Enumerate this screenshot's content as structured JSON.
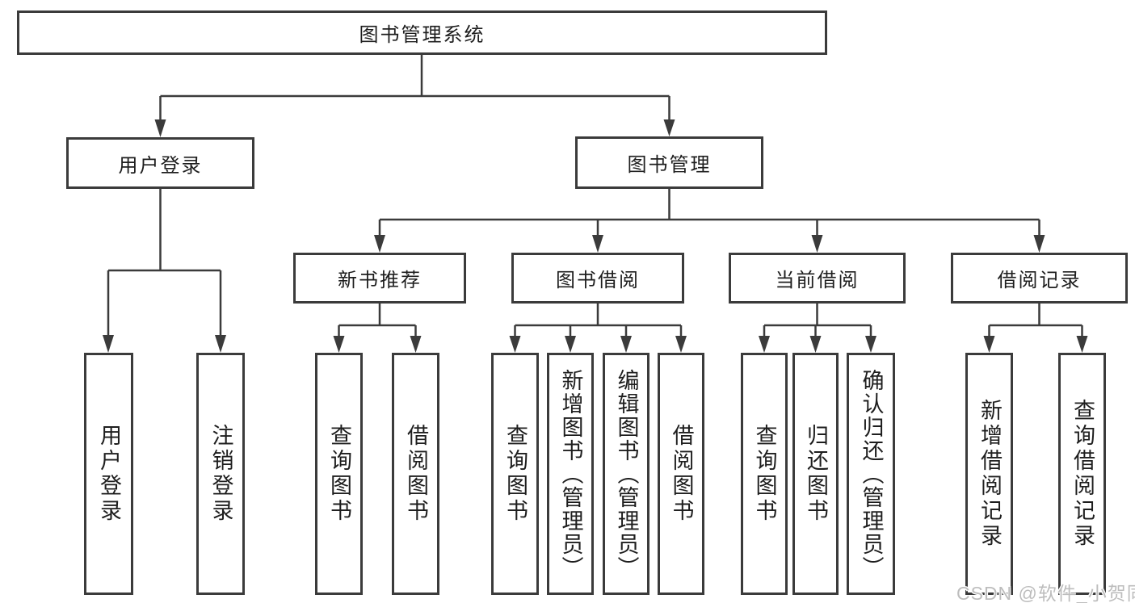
{
  "colors": {
    "line": "#3b3b3b",
    "text": "#1e1e1e",
    "watermark_gray": "#bdbdbd",
    "background": "#ffffff"
  },
  "tree": {
    "root": {
      "label": "图书管理系统"
    },
    "level2": [
      {
        "label": "用户登录"
      },
      {
        "label": "图书管理"
      }
    ],
    "level3": [
      {
        "label": "新书推荐"
      },
      {
        "label": "图书借阅"
      },
      {
        "label": "当前借阅"
      },
      {
        "label": "借阅记录"
      }
    ],
    "leaves": {
      "user_login": [
        "用户登录",
        "注销登录"
      ],
      "new_book": [
        "查询图书",
        "借阅图书"
      ],
      "book_borrow": [
        "查询图书",
        "新增图书（管理员）",
        "编辑图书（管理员）",
        "借阅图书"
      ],
      "current_borrow": [
        "查询图书",
        "归还图书",
        "确认归还（管理员）"
      ],
      "borrow_records": [
        "新增借阅记录",
        "查询借阅记录"
      ]
    }
  },
  "watermark": {
    "text": "CSDN @软件_小贺同学"
  }
}
